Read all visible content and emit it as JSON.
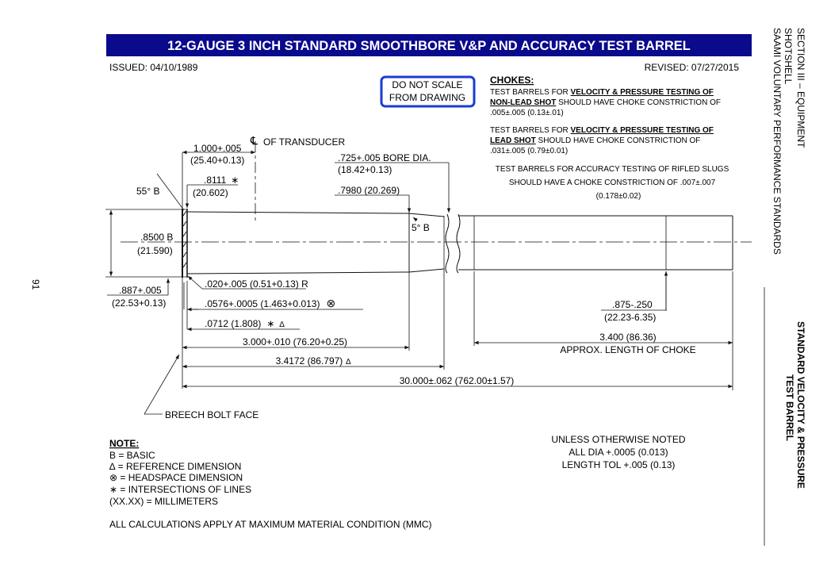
{
  "header": {
    "title": "12-GAUGE 3 INCH STANDARD SMOOTHBORE V&P AND ACCURACY TEST BARREL",
    "issued": "ISSUED:  04/10/1989",
    "revised": "REVISED:  07/27/2015"
  },
  "scale_box": {
    "line1": "DO NOT SCALE",
    "line2": "FROM DRAWING"
  },
  "chokes": {
    "heading": "CHOKES:",
    "p1": {
      "a": "TEST BARRELS FOR ",
      "b": "VELOCITY & PRESSURE TESTING OF",
      "c": "NON-LEAD SHOT",
      "d": " SHOULD HAVE CHOKE CONSTRICTION OF",
      "e": ".005±.005 (0.13±.01)"
    },
    "p2": {
      "a": "TEST BARRELS FOR ",
      "b": "VELOCITY & PRESSURE TESTING OF",
      "c": "LEAD SHOT",
      "d": " SHOULD HAVE CHOKE CONSTRICTION OF",
      "e": ".031±.005 (0.79±0.01)"
    },
    "p3": {
      "l1": "TEST BARRELS FOR ACCURACY TESTING OF RIFLED SLUGS",
      "l2": "SHOULD HAVE A CHOKE CONSTRICTION OF .007±.007",
      "l3": "(0.178±0.02)"
    }
  },
  "dims": {
    "d1000": "1.000+.005",
    "d1000mm": "(25.40+0.13)",
    "transducer": "OF TRANSDUCER",
    "centerline_symbol": "℄",
    "d8111": ".8111",
    "d8111mm": "(20.602)",
    "angle55": "55° B",
    "bore": ".725+.005 BORE DIA.",
    "boremm": "(18.42+0.13)",
    "d7980": ".7980 (20.269)",
    "angle5": "5° B",
    "d8500": ".8500 B",
    "d8500mm": "(21.590)",
    "d887": ".887+.005",
    "d887mm": "(22.53+0.13)",
    "radius": ".020+.005 (0.51+0.13) R",
    "d0576": ".0576+.0005 (1.463+0.013)",
    "d0712": ".0712 (1.808)",
    "d3000": "3.000+.010 (76.20+0.25)",
    "d3417": "3.4172 (86.797)",
    "d30": "30.000±.062 (762.00±1.57)",
    "d875": ".875-.250",
    "d875mm": "(22.23-6.35)",
    "d3400": "3.400 (86.36)",
    "approx": "APPROX. LENGTH OF CHOKE",
    "breech": "BREECH BOLT FACE",
    "asterisk": "∗",
    "delta": "∆",
    "headspace_symbol": "⊗"
  },
  "notes": {
    "heading": "NOTE:",
    "l1": "B = BASIC",
    "l2": "∆ = REFERENCE DIMENSION",
    "l3": "⊗ = HEADSPACE DIMENSION",
    "l4": "∗ = INTERSECTIONS OF LINES",
    "l5": "(XX.XX) = MILLIMETERS",
    "mmc": "ALL CALCULATIONS APPLY AT MAXIMUM MATERIAL CONDITION (MMC)"
  },
  "tolerances": {
    "l1": "UNLESS OTHERWISE NOTED",
    "l2": "ALL DIA +.0005 (0.013)",
    "l3": "LENGTH TOL +.005 (0.13)"
  },
  "sidebar": {
    "section": "SECTION III – EQUIPMENT",
    "shotshell": "SHOTSHELL",
    "saami": "SAAMI VOLUNTARY PERFORMANCE STANDARDS",
    "title1": "STANDARD VELOCITY & PRESSURE",
    "title2": "TEST BARREL"
  },
  "page_number": "91",
  "colors": {
    "title_bg": "#0a0a8c",
    "title_text": "#ffffff",
    "scale_box_border": "#1a3ccf"
  }
}
